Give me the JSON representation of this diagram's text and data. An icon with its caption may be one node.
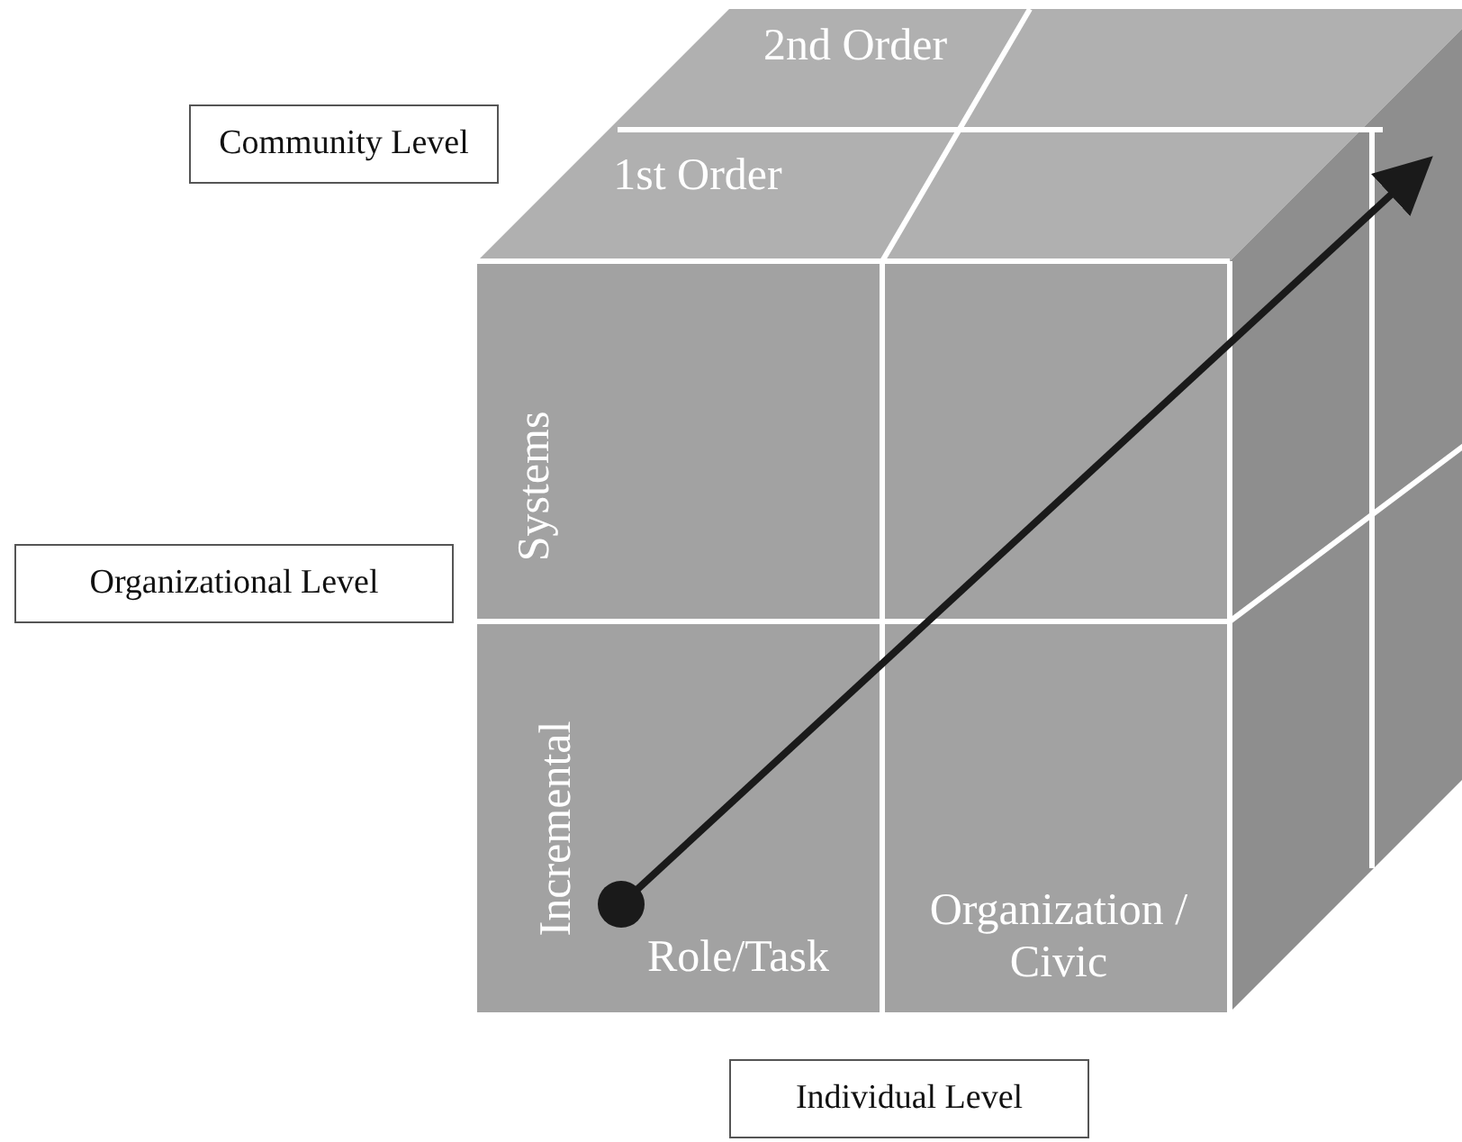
{
  "diagram": {
    "nodes": [
      {
        "text": [
          "Community Level"
        ]
      },
      {
        "text": [
          "Organizational Level"
        ]
      },
      {
        "text": [
          "Individual Level"
        ]
      }
    ],
    "labels": [
      "2nd Order",
      "1st Order",
      "Systems",
      "Incremental",
      "Role/Task",
      "Organization / Civic"
    ]
  }
}
